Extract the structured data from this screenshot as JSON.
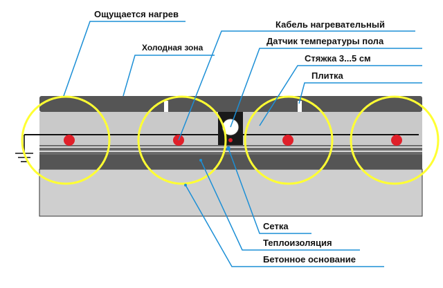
{
  "labels": {
    "felt_heat": "Ощущается нагрев",
    "cold_zone": "Холодная зона",
    "heating_cable": "Кабель нагревательный",
    "floor_sensor": "Датчик температуры пола",
    "screed": "Стяжка 3...5 см",
    "tile": "Плитка",
    "mesh": "Сетка",
    "insulation": "Теплоизоляция",
    "concrete_base": "Бетонное основание"
  },
  "colors": {
    "leader_line": "#1c8fd6",
    "zone_circle": "#ffff33",
    "cable_dot": "#e0202a",
    "tile": "#555555",
    "screed": "#c9c9c9",
    "insulation": "#555555",
    "concrete": "#cfcfcf",
    "sensor": "#1a1a1a"
  },
  "icons": {
    "ground": "ground-symbol-icon",
    "sensor": "temperature-sensor-icon"
  }
}
